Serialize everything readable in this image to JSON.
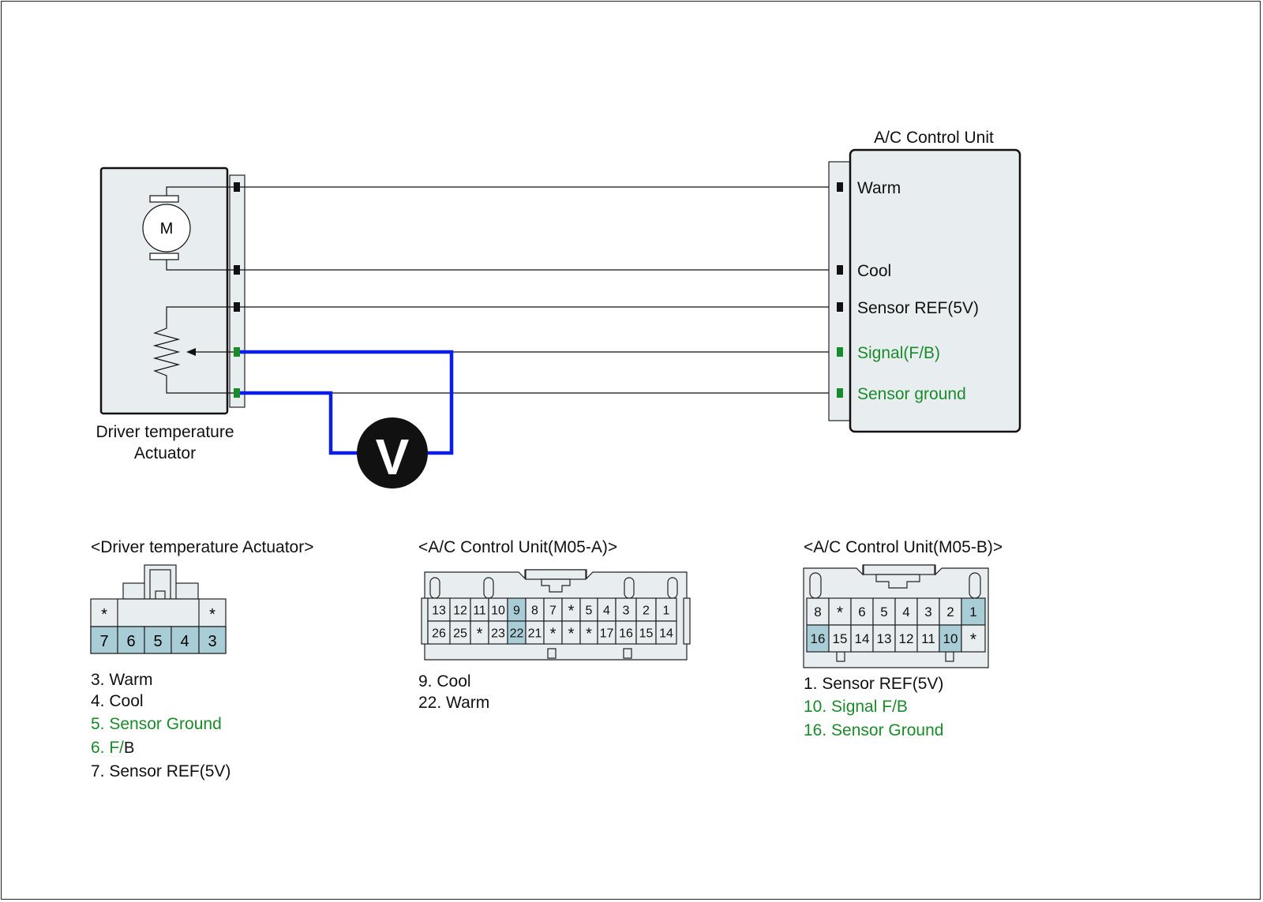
{
  "colors": {
    "housing_fill": "#e8eef0",
    "pin_highlight": "#a9cdd6",
    "signal_green": "#1b8a2a",
    "meter_wire": "#0a1ee6",
    "wire": "#111111"
  },
  "diagram": {
    "actuator_label_line1": "Driver temperature",
    "actuator_label_line2": "Actuator",
    "motor_symbol": "M",
    "ecu_title": "A/C Control Unit",
    "ecu_terminals": [
      {
        "label": "Warm"
      },
      {
        "label": "Cool"
      },
      {
        "label": "Sensor REF(5V)"
      },
      {
        "label": "Signal(F/B)"
      },
      {
        "label": "Sensor ground"
      }
    ],
    "voltmeter_symbol": "V"
  },
  "connectors": {
    "actuator": {
      "title": "<Driver temperature Actuator>",
      "top_row": [
        "*",
        "*"
      ],
      "bottom_row": [
        "7",
        "6",
        "5",
        "4",
        "3"
      ],
      "legend": [
        {
          "text": "3. Warm"
        },
        {
          "text": "4. Cool"
        },
        {
          "text": "5. Sensor Ground"
        },
        {
          "text": "6. F/"
        },
        {
          "text": "B"
        },
        {
          "text": "7. Sensor REF(5V)"
        }
      ]
    },
    "m05a": {
      "title": "<A/C Control Unit(M05-A)>",
      "top_row": [
        "13",
        "12",
        "11",
        "10",
        "9",
        "8",
        "7",
        "*",
        "5",
        "4",
        "3",
        "2",
        "1"
      ],
      "bottom_row": [
        "26",
        "25",
        "*",
        "23",
        "22",
        "21",
        "*",
        "*",
        "*",
        "17",
        "16",
        "15",
        "14"
      ],
      "legend": [
        {
          "text": "9. Cool"
        },
        {
          "text": "22. Warm"
        }
      ]
    },
    "m05b": {
      "title": "<A/C Control Unit(M05-B)>",
      "top_row": [
        "8",
        "*",
        "6",
        "5",
        "4",
        "3",
        "2",
        "1"
      ],
      "bottom_row": [
        "16",
        "15",
        "14",
        "13",
        "12",
        "11",
        "10",
        "*"
      ],
      "legend": [
        {
          "text": "1. Sensor REF(5V)"
        },
        {
          "text": "10. Signal F/B"
        },
        {
          "text": "16. Sensor Ground"
        }
      ]
    }
  }
}
